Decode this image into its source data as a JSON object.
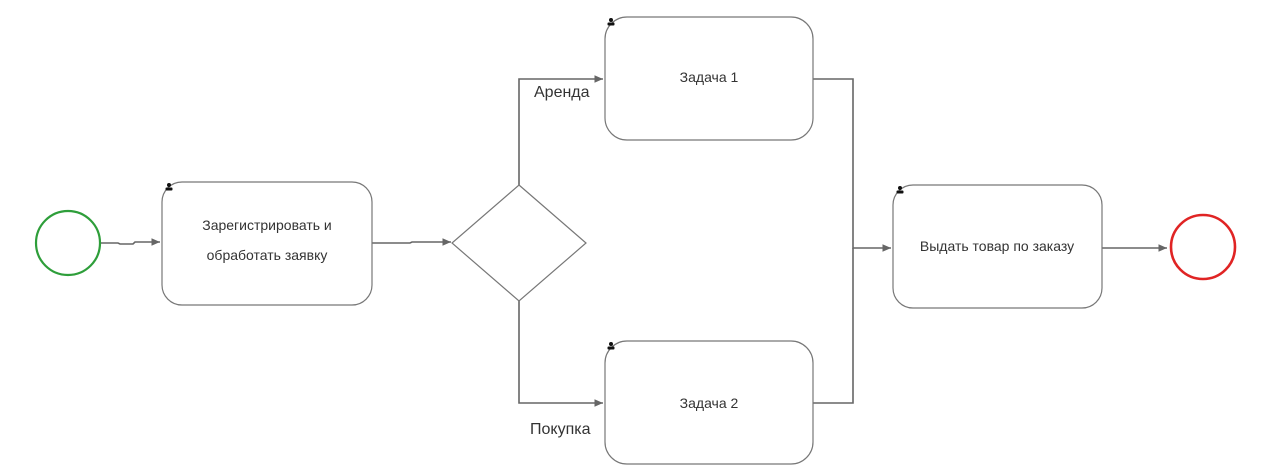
{
  "colors": {
    "start_event": "#2e9e3a",
    "end_event": "#e02424",
    "stroke": "#555555",
    "text": "#333333"
  },
  "nodes": {
    "start": {
      "type": "start-event"
    },
    "register_task": {
      "line1": "Зарегистрировать и",
      "line2": "обработать заявку"
    },
    "gateway": {
      "type": "exclusive-gateway"
    },
    "task1": {
      "label": "Задача 1"
    },
    "task2": {
      "label": "Задача 2"
    },
    "issue_task": {
      "label": "Выдать товар по заказу"
    },
    "end": {
      "type": "end-event"
    }
  },
  "flows": {
    "rent_label": "Аренда",
    "purchase_label": "Покупка"
  },
  "icons": {
    "task_marker": "user-task-icon"
  }
}
